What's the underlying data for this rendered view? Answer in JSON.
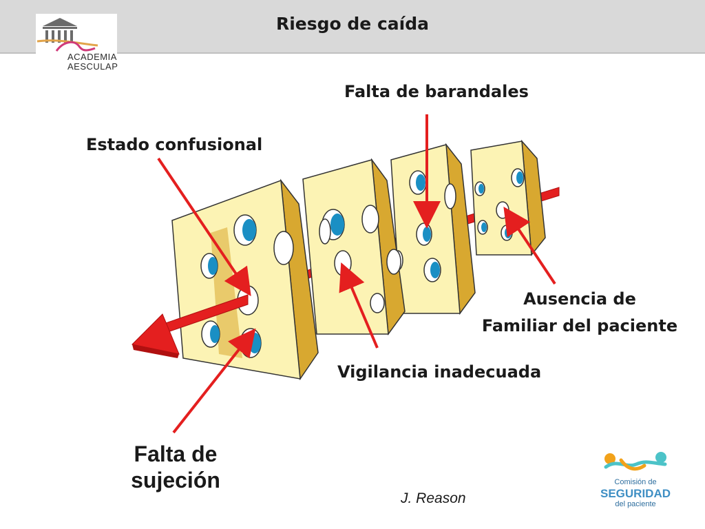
{
  "header": {
    "title": "Riesgo de caída"
  },
  "logo_left": {
    "line1": "ACADEMIA",
    "line2": "AESCULAP"
  },
  "labels": {
    "falta_barandales": "Falta de barandales",
    "estado_confusional": "Estado confusional",
    "ausencia_line1": "Ausencia de",
    "ausencia_line2": "Familiar del paciente",
    "vigilancia": "Vigilancia inadecuada",
    "sujecion_line1": "Falta de",
    "sujecion_line2": "sujeción"
  },
  "credit": "J. Reason",
  "logo_right": {
    "line1": "Comisión de",
    "line2": "SEGURIDAD",
    "line3": "del paciente"
  },
  "colors": {
    "cheese_face": "#fcf3b4",
    "cheese_side": "#d8a830",
    "hole": "#1a8fc4",
    "arrow": "#e41f1f",
    "header": "#d9d9d9"
  }
}
